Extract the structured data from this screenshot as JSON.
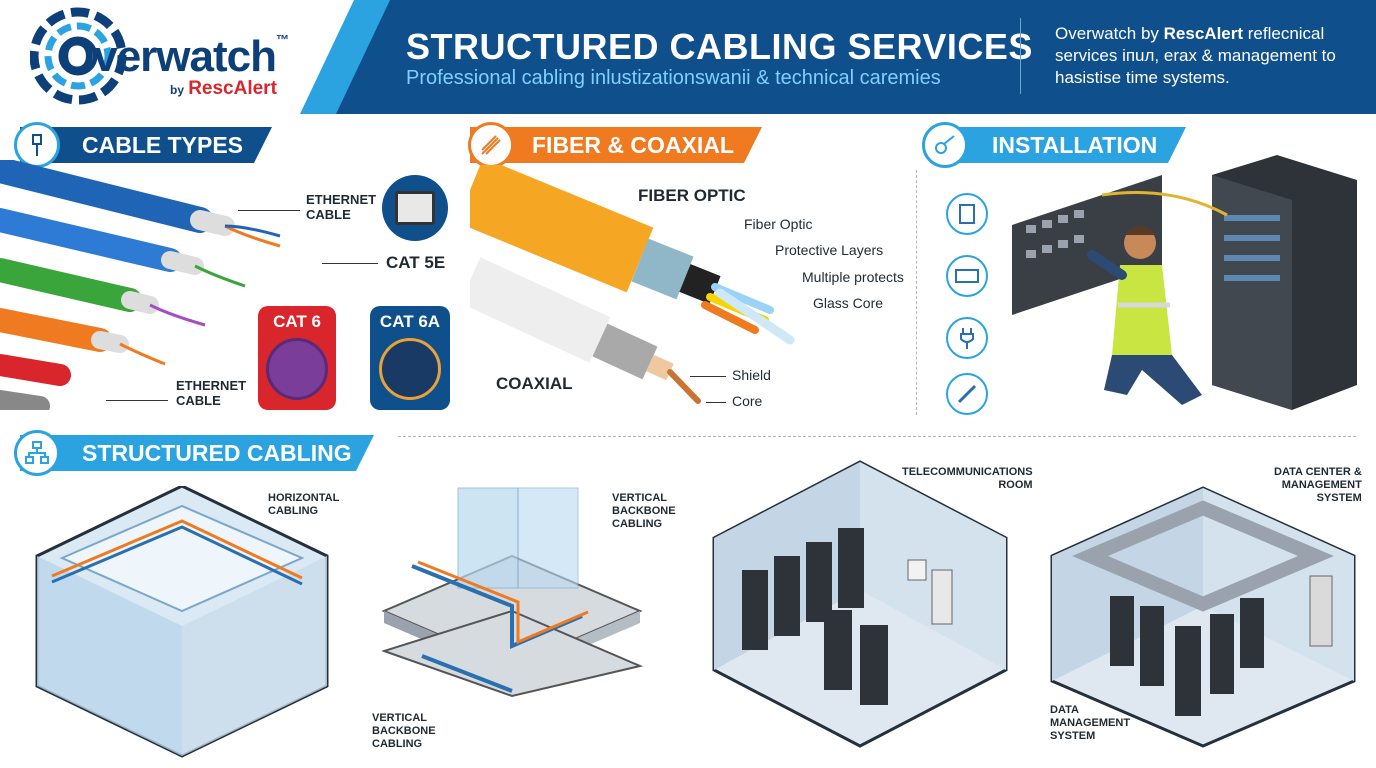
{
  "header": {
    "logo": {
      "word": "Overwatch",
      "tm": "™",
      "by": "by",
      "brand": "RescAlert"
    },
    "title": "STRUCTURED CABLING SERVICES",
    "subtitle": "Professional cabling inlustizationswanii & technical caremies",
    "description_prefix": "Overwatch by ",
    "description_brand": "RescAlert",
    "description_rest": " reflecnical services iпuл, erax & management to hasistise time systems."
  },
  "sections": {
    "cable_types": {
      "title": "CABLE TYPES",
      "ethernet_top": [
        "ETHERNET",
        "CABLE"
      ],
      "cat5e": "CAT 5E",
      "cat6": "CAT 6",
      "cat6a": "CAT 6A",
      "ethernet_bottom": [
        "ETHERNET",
        "CABLE"
      ]
    },
    "fiber_coaxial": {
      "title": "FIBER & COAXIAL",
      "fiber_heading": "FIBER OPTIC",
      "fiber_labels": [
        "Fiber Optic",
        "Protective Layers",
        "Multiple protects",
        "Glass Core"
      ],
      "coaxial_heading": "COAXIAL",
      "coaxial_labels": [
        "Shield",
        "Core"
      ]
    },
    "installation": {
      "title": "INSTALLATION"
    },
    "structured": {
      "title": "STRUCTURED CABLING",
      "horizontal": [
        "HORIZONTAL",
        "CABLING"
      ],
      "vertical_top": [
        "VERTICAL",
        "BACKBONE",
        "CABLING"
      ],
      "vertical_bottom": [
        "VERTICAL",
        "BACKBONE",
        "CABLING"
      ],
      "telecom": [
        "TELECOMMUNICATIONS",
        "ROOM"
      ],
      "datacenter": [
        "DATA CENTER &",
        "MANAGEMENT",
        "SYSTEM"
      ],
      "data_mgmt": [
        "DATA",
        "MANAGEMENT",
        "SYSTEM"
      ]
    }
  },
  "colors": {
    "header_bg": "#0f4f8c",
    "accent_blue": "#2aa3e0",
    "accent_orange": "#f07a20",
    "brand_red": "#d8262c"
  },
  "icons": [
    "network-cable-icon",
    "fiber-icon",
    "installation-tools-icon",
    "hierarchy-icon",
    "document-icon",
    "patch-panel-icon",
    "plug-icon",
    "crimp-tool-icon"
  ]
}
